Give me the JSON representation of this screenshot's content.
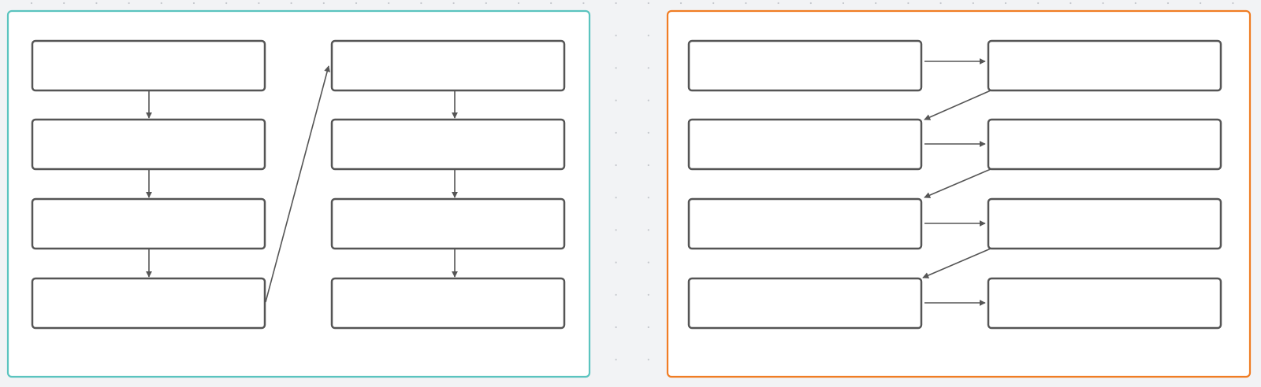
{
  "colors": {
    "canvas_background": "#f2f3f5",
    "grid_dot": "#c4c7cc",
    "left_frame_border": "#5bc4bf",
    "right_frame_border": "#f07d24",
    "frame_fill": "#ffffff",
    "node_border": "#555555",
    "node_fill": "#ffffff",
    "connector": "#555555"
  },
  "layouts": [
    {
      "id": "left",
      "description_shown": "",
      "node_count": 8
    },
    {
      "id": "right",
      "description_shown": "",
      "node_count": 8
    }
  ]
}
